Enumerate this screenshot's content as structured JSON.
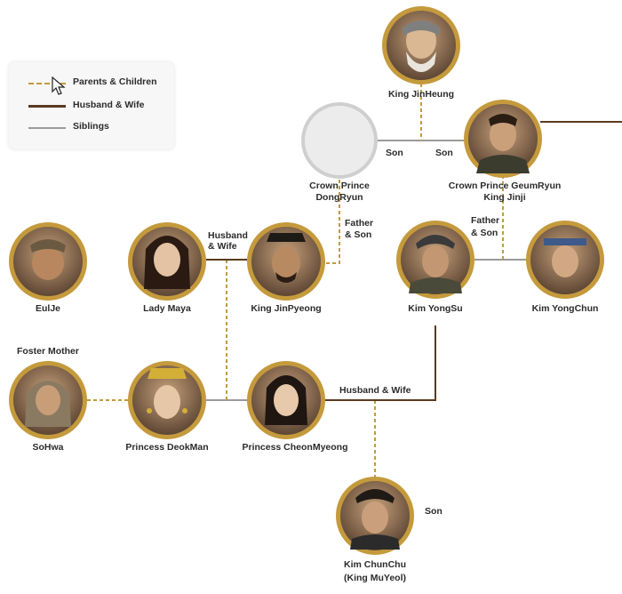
{
  "legend": {
    "parents_children": "Parents & Children",
    "husband_wife": "Husband & Wife",
    "siblings": "Siblings"
  },
  "colors": {
    "parents_children": "#c49a3c",
    "husband_wife": "#5a3a1e",
    "siblings": "#9a9a9a"
  },
  "people": {
    "jinheung": "King JinHeung",
    "dongryun": "Crown Prince DongRyun",
    "geumryun": "Crown Prince GeumRyun King Jinji",
    "eulje": "EulJe",
    "maya": "Lady Maya",
    "jinpyeong": "King JinPyeong",
    "yongsu": "Kim YongSu",
    "yongchun": "Kim YongChun",
    "foster_label": "Foster Mother",
    "sohwa": "SoHwa",
    "deokman": "Princess DeokMan",
    "cheonmyeong": "Princess CheonMyeong",
    "chunchu": "Kim ChunChu",
    "chunchu_sub": "(King MuYeol)"
  },
  "relations": {
    "son_left": "Son",
    "son_right": "Son",
    "husband_wife_top_1": "Husband",
    "husband_wife_top_2": "& Wife",
    "father_son_left_1": "Father",
    "father_son_left_2": "& Son",
    "father_son_right_1": "Father",
    "father_son_right_2": "& Son",
    "husband_wife_bottom": "Husband & Wife",
    "son_bottom": "Son"
  }
}
